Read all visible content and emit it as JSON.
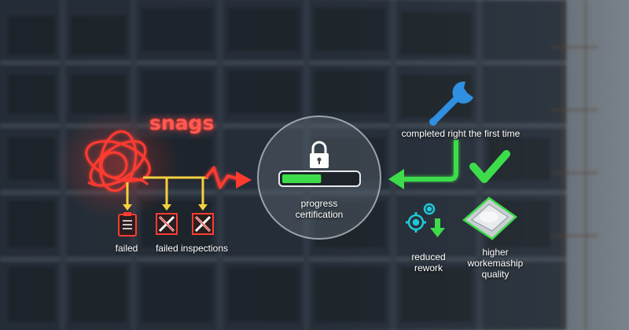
{
  "illustration": {
    "snags_label": "snags",
    "failed_label": "failed",
    "failed_inspections_label": "failed inspections",
    "progress_label_line1": "progress",
    "progress_label_line2": "certification",
    "progress_fraction": 0.52,
    "completed_label": "completed right the first time",
    "rework_label_line1": "reduced",
    "rework_label_line2": "rework",
    "quality_label_line1": "higher",
    "quality_label_line2": "workemaship",
    "quality_label_line3": "quality"
  },
  "icons": {
    "knot": "tangled-knot-icon",
    "clipboard": "clipboard-icon",
    "crossed_box": "crossed-box-icon",
    "lock": "lock-icon",
    "wrench": "wrench-icon",
    "check": "check-icon",
    "gears": "gears-icon",
    "plate": "steel-plate-icon"
  },
  "colors": {
    "red": "#ff3b30",
    "yellow": "#f4d03f",
    "green": "#3ddc4a",
    "blue": "#2f8fe0",
    "teal": "#1ec8d8"
  }
}
